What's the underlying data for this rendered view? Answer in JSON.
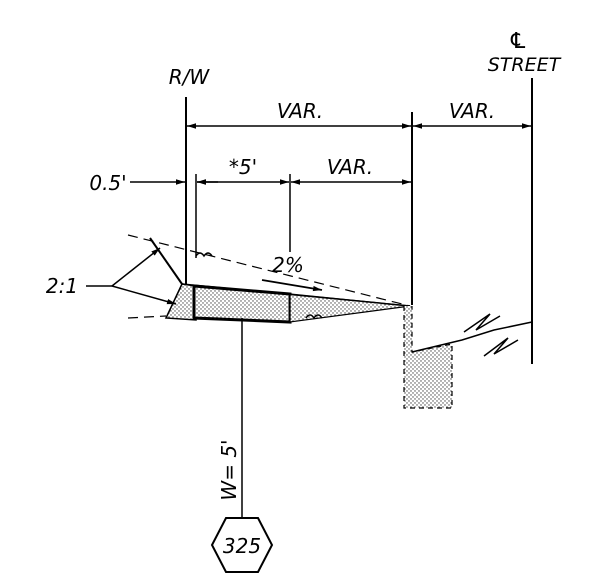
{
  "labels": {
    "centerline_symbol": "℄",
    "street": "STREET",
    "rw": "R/W",
    "var_top_left": "VAR.",
    "var_top_right": "VAR.",
    "offset": "0.5'",
    "width_5": "*5'",
    "var_middle": "VAR.",
    "slope_pct": "2%",
    "side_slope": "2:1",
    "walk_width": "W= 5'",
    "detail_number": "325"
  }
}
